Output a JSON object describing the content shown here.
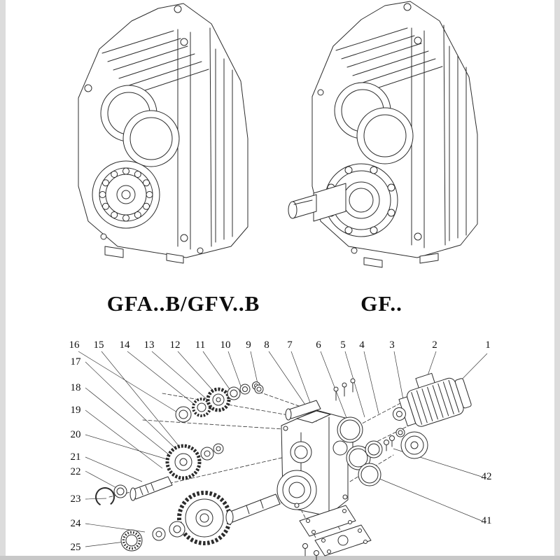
{
  "page": {
    "background": "#ffffff",
    "edge_color": "#dcdcdc",
    "ink_color": "#2c2c2c"
  },
  "models": {
    "left_label": "GFA..B/GFV..B",
    "right_label": "GF.."
  },
  "exploded": {
    "callouts_top": [
      "16",
      "15",
      "14",
      "13",
      "12",
      "11",
      "10",
      "9",
      "8",
      "7",
      "6",
      "5",
      "4",
      "3",
      "2",
      "1"
    ],
    "callouts_left": [
      "17",
      "18",
      "19",
      "20",
      "21",
      "22",
      "23",
      "24",
      "25"
    ],
    "callouts_right": [
      "42",
      "41"
    ]
  }
}
